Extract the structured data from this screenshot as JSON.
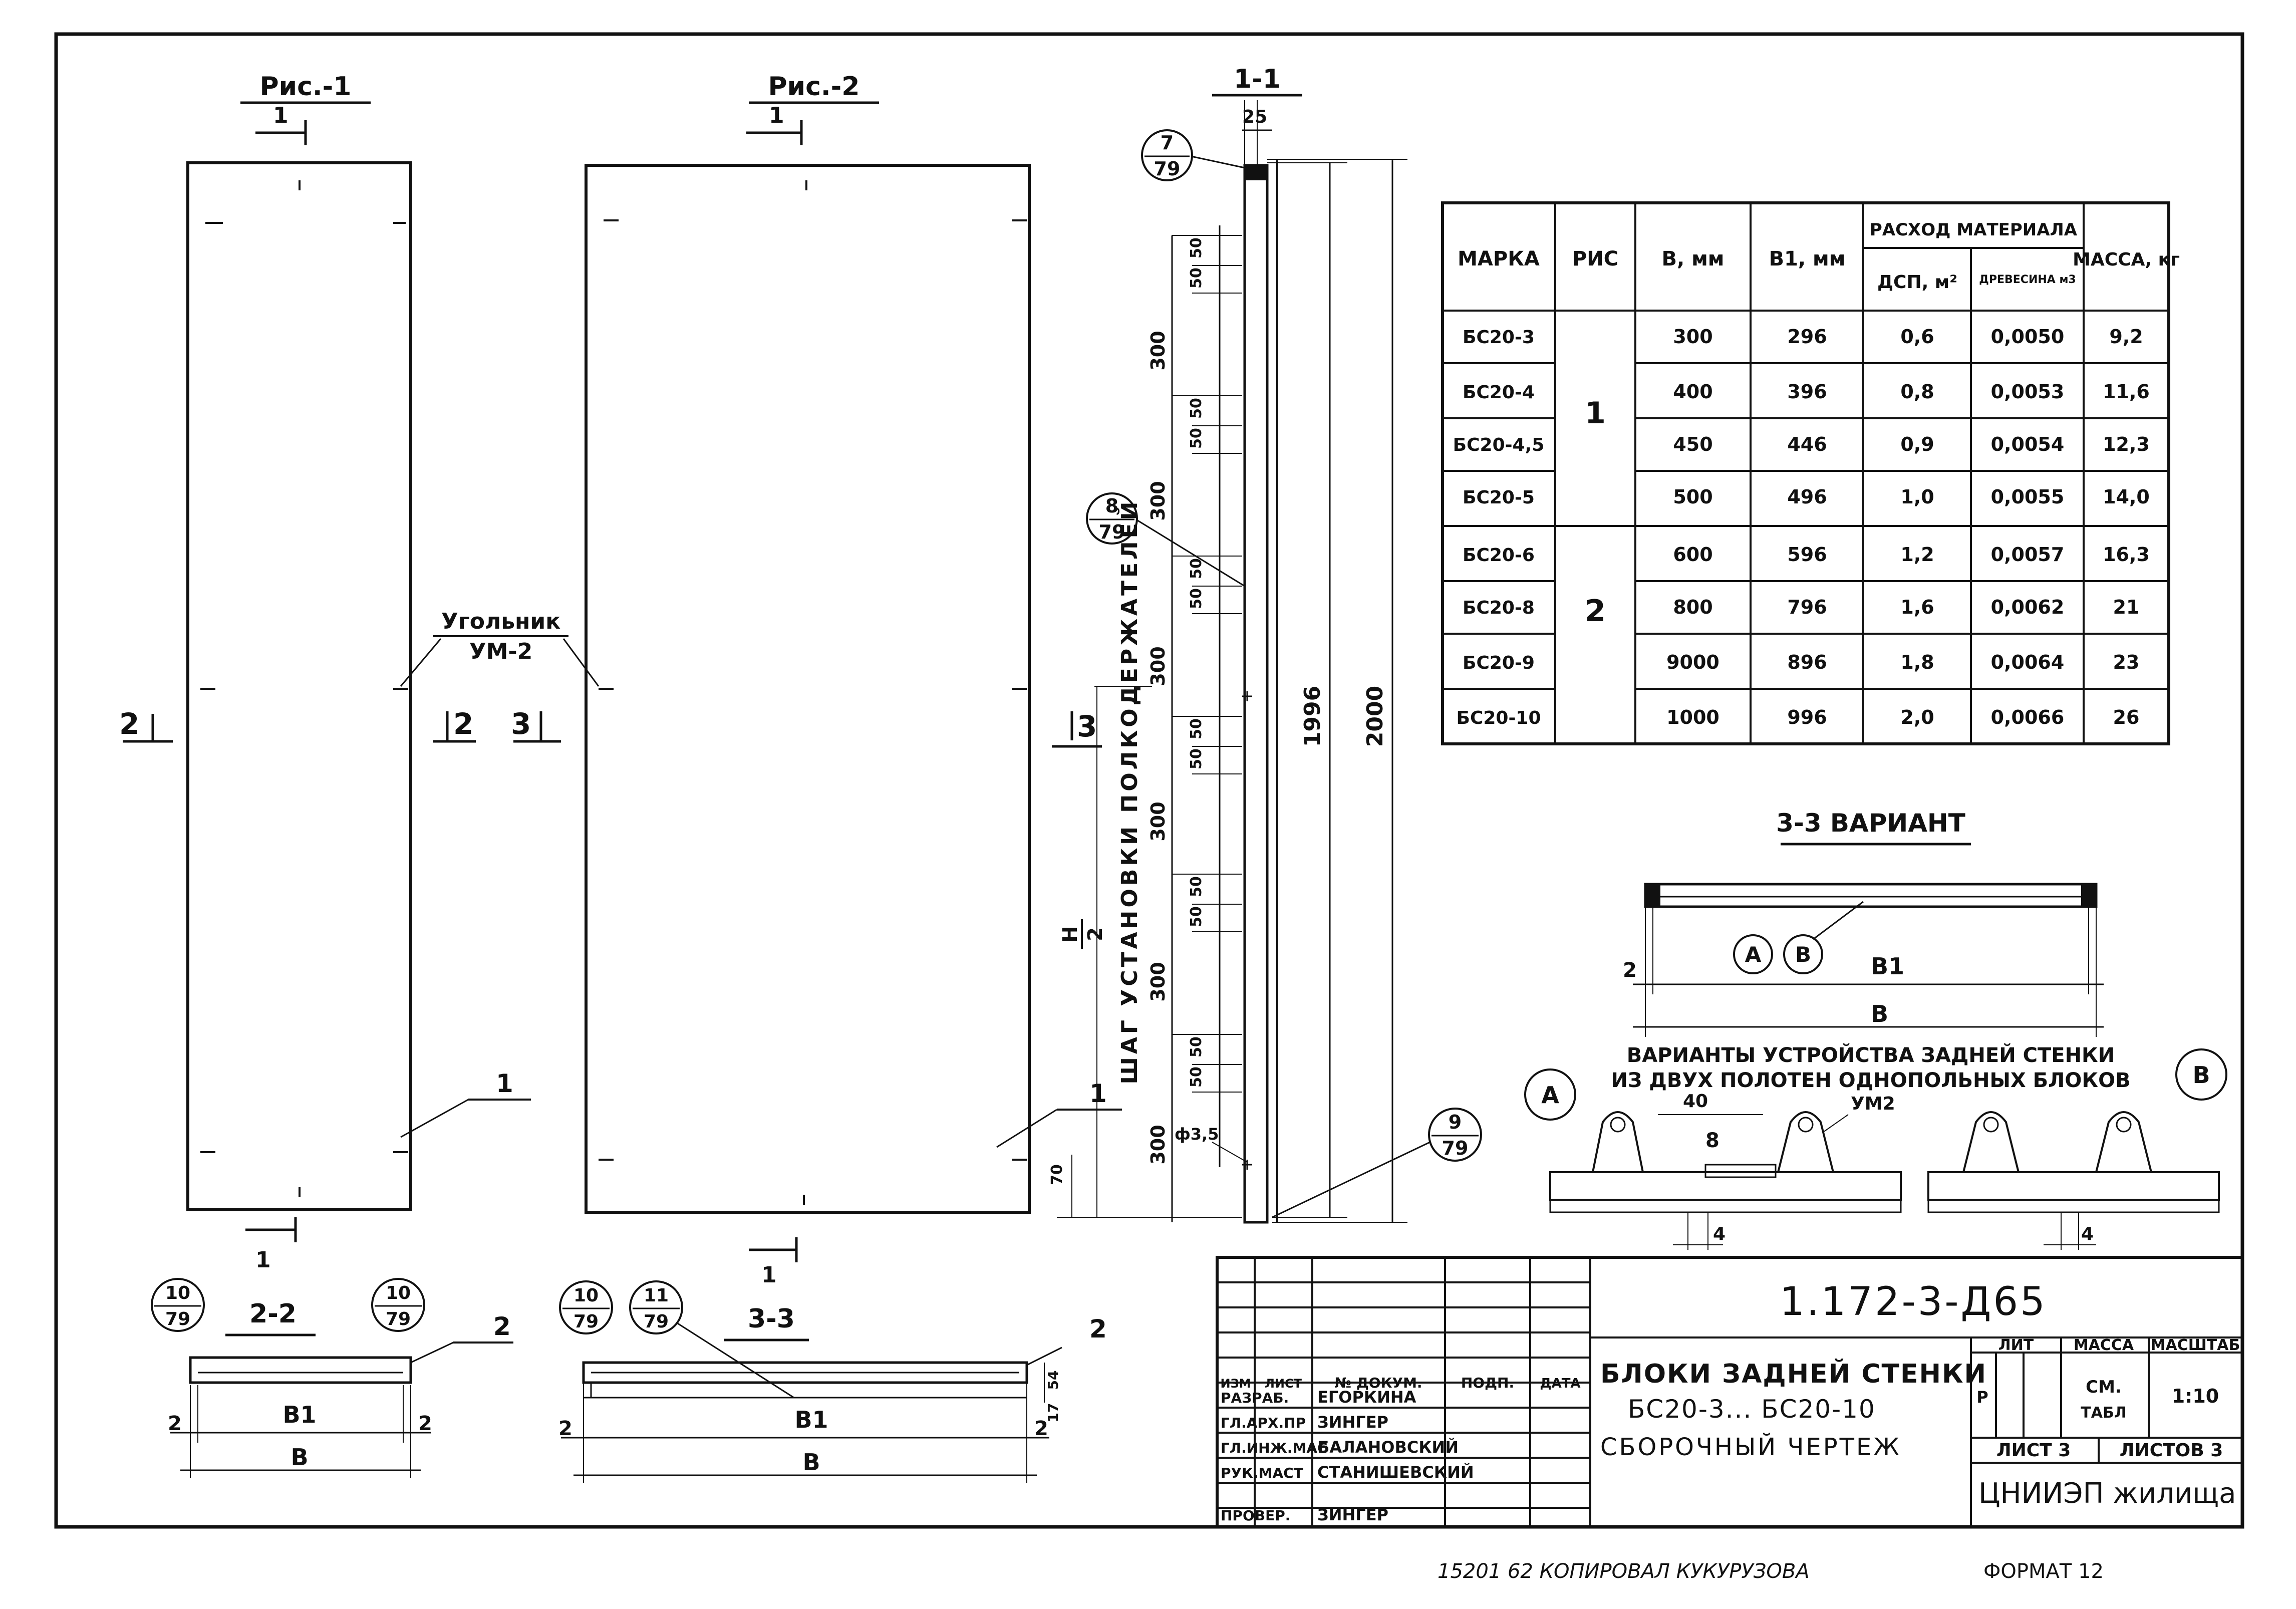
{
  "figures": {
    "fig1_title": "Рис.-1",
    "fig2_title": "Рис.-2",
    "section_1_1_title": "1-1",
    "section_2_2_title": "2-2",
    "section_3_3_title": "3-3",
    "variant_3_3_title": "3-3  ВАРИАНТ",
    "cut_1": "1",
    "cut_2": "2",
    "cut_3": "3",
    "angle_label_1": "Угольник",
    "angle_label_2": "УМ-2",
    "leader_1": "1",
    "leader_2": "2"
  },
  "callouts": [
    {
      "num": "7",
      "den": "79"
    },
    {
      "num": "8",
      "den": "79"
    },
    {
      "num": "9",
      "den": "79"
    },
    {
      "num": "10",
      "den": "79"
    },
    {
      "num": "10",
      "den": "79"
    },
    {
      "num": "10",
      "den": "79"
    },
    {
      "num": "11",
      "den": "79"
    }
  ],
  "section_dims": {
    "top": "25",
    "height_1": "1996",
    "height_2": "2000",
    "step_300": "300",
    "step_50": "50",
    "d70": "70",
    "phi": "ф3,5",
    "h2_h": "Н",
    "h2_2": "2",
    "pitch_label": "ШАГ  УСТАНОВКИ  ПОЛКОДЕРЖАТЕЛЕЙ"
  },
  "bottom_dims": {
    "b1": "В1",
    "b": "В",
    "two": "2",
    "d54": "54",
    "d17": "17"
  },
  "variant": {
    "a": "А",
    "b": "В",
    "caption_1": "ВАРИАНТЫ УСТРОЙСТВА ЗАДНЕЙ СТЕНКИ",
    "caption_2": "ИЗ ДВУХ  ПОЛОТЕН  ОДНОПОЛЬНЫХ  БЛОКОВ",
    "d40": "40",
    "d8": "8",
    "d4": "4",
    "um2": "УМ2",
    "b1": "В1",
    "two": "2"
  },
  "table": {
    "h_marka": "МАРКА",
    "h_ris": "РИС",
    "h_b": "В, мм",
    "h_b1": "В1, мм",
    "h_rashod": "РАСХОД  МАТЕРИАЛА",
    "h_dsp": "ДСП, м²",
    "h_wood": "ДРЕВЕСИНА м3",
    "h_mass": "МАССА, кг",
    "ris_1": "1",
    "ris_2": "2",
    "rows": [
      [
        "БС20-3",
        "300",
        "296",
        "0,6",
        "0,0050",
        "9,2"
      ],
      [
        "БС20-4",
        "400",
        "396",
        "0,8",
        "0,0053",
        "11,6"
      ],
      [
        "БС20-4,5",
        "450",
        "446",
        "0,9",
        "0,0054",
        "12,3"
      ],
      [
        "БС20-5",
        "500",
        "496",
        "1,0",
        "0,0055",
        "14,0"
      ],
      [
        "БС20-6",
        "600",
        "596",
        "1,2",
        "0,0057",
        "16,3"
      ],
      [
        "БС20-8",
        "800",
        "796",
        "1,6",
        "0,0062",
        "21"
      ],
      [
        "БС20-9",
        "9000",
        "896",
        "1,8",
        "0,0064",
        "23"
      ],
      [
        "БС20-10",
        "1000",
        "996",
        "2,0",
        "0,0066",
        "26"
      ]
    ]
  },
  "title_block": {
    "code": "1.172-3-Д65",
    "title_1": "БЛОКИ ЗАДНЕЙ СТЕНКИ",
    "title_2": "БС20-3... БС20-10",
    "title_3": "СБОРОЧНЫЙ  ЧЕРТЕЖ",
    "lit": "ЛИТ",
    "massa": "МАССА",
    "masshtab": "МАСШТАБ",
    "r": "Р",
    "sm": "СМ.",
    "tabl": "ТАБЛ",
    "scale": "1:10",
    "list": "ЛИСТ 3",
    "listov": "ЛИСТОВ 3",
    "org": "ЦНИИЭП жилища",
    "h_izm": "ИЗМ",
    "h_list": "ЛИСТ",
    "h_doc": "№ ДОКУМ.",
    "h_podp": "ПОДП.",
    "h_data": "ДАТА",
    "people": [
      [
        "РАЗРАБ.",
        "ЕГОРКИНА"
      ],
      [
        "ГЛ.АРХ.ПР",
        "ЗИНГЕР"
      ],
      [
        "ГЛ.ИНЖ.МАС",
        "БАЛАНОВСКИЙ"
      ],
      [
        "РУК.МАСТ",
        "СТАНИШЕВСКИЙ"
      ],
      [
        "ПРОВЕР.",
        "ЗИНГЕР"
      ]
    ]
  },
  "footer": {
    "copy": "15201 62  КОПИРОВАЛ  КУКУРУЗОВА",
    "format": "ФОРМАТ 12"
  }
}
